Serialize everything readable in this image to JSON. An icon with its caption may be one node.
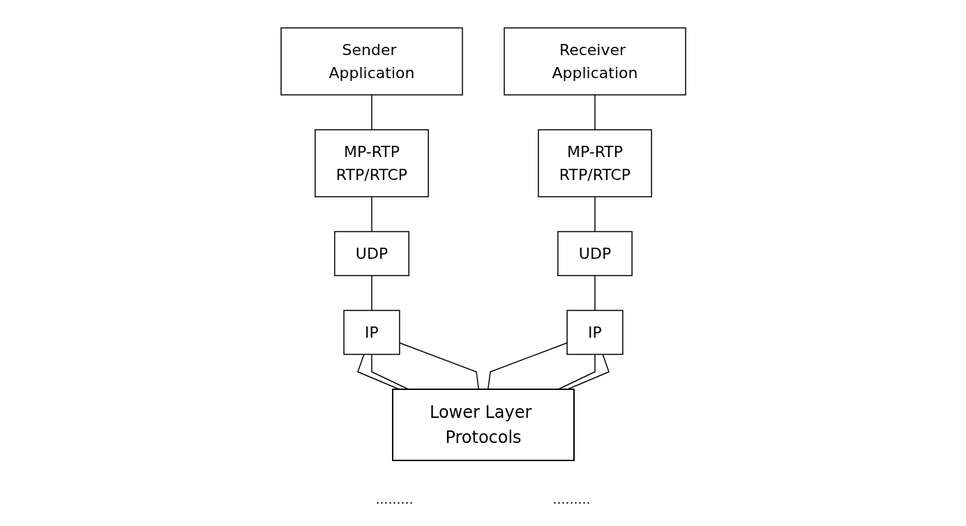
{
  "diagram": {
    "nodes": [
      {
        "text": [
          "Sender Application"
        ]
      },
      {
        "text": [
          "MP-RTP",
          "RTP/RTCP"
        ]
      },
      {
        "text": [
          "UDP"
        ]
      },
      {
        "text": [
          "IP"
        ]
      },
      {
        "text": [
          "Receiver Application"
        ]
      },
      {
        "text": [
          "MP-RTP",
          "RTP/RTCP"
        ]
      },
      {
        "text": [
          "UDP"
        ]
      },
      {
        "text": [
          "IP"
        ]
      },
      {
        "text": [
          "Lower Layer Protocols"
        ]
      }
    ],
    "edges": [
      {
        "from": 0,
        "to": 1,
        "arrow": "none"
      },
      {
        "from": 1,
        "to": 2,
        "arrow": "none"
      },
      {
        "from": 2,
        "to": 3,
        "arrow": "none"
      },
      {
        "from": 3,
        "to": 8,
        "arrow": "none"
      },
      {
        "from": 3,
        "to": 8,
        "arrow": "none"
      },
      {
        "from": 3,
        "to": 8,
        "arrow": "none"
      },
      {
        "from": 4,
        "to": 5,
        "arrow": "none"
      },
      {
        "from": 5,
        "to": 6,
        "arrow": "none"
      },
      {
        "from": 6,
        "to": 7,
        "arrow": "none"
      },
      {
        "from": 7,
        "to": 8,
        "arrow": "none"
      },
      {
        "from": 7,
        "to": 8,
        "arrow": "none"
      },
      {
        "from": 7,
        "to": 8,
        "arrow": "none"
      }
    ],
    "labels": [
      "………",
      "………"
    ]
  }
}
